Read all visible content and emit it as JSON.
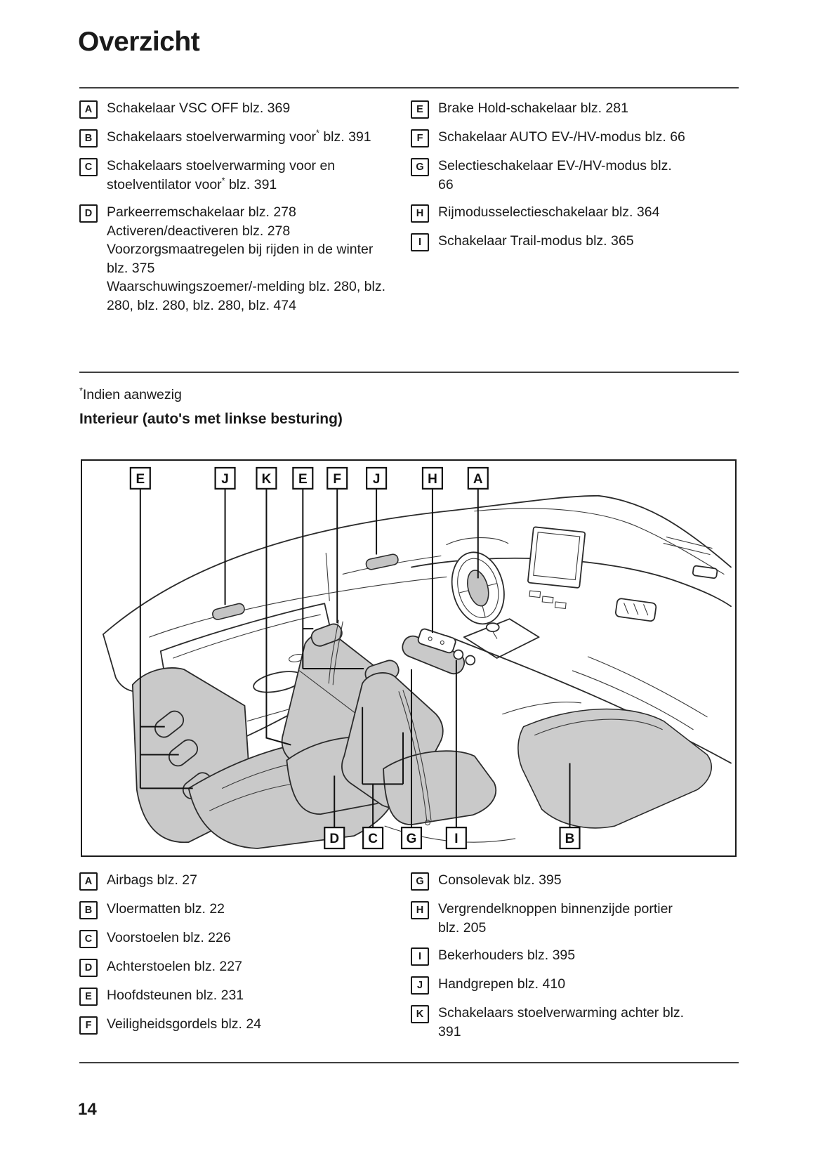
{
  "page": {
    "title": "Overzicht",
    "footnote": "*Indien aanwezig",
    "section_heading": "Interieur (auto's met linkse besturing)",
    "page_number": "14"
  },
  "colors": {
    "text": "#1a1a1a",
    "seat_gray": "#c9c9c9",
    "rule_gray": "#3f3f3f"
  },
  "top_list": {
    "left": [
      {
        "label": "A",
        "lines": [
          "Schakelaar VSC OFF blz. 369"
        ]
      },
      {
        "label": "B",
        "lines": [
          "Schakelaars stoelverwarming voor* blz. 391"
        ]
      },
      {
        "label": "C",
        "lines": [
          "Schakelaars stoelverwarming voor en stoelventilator voor* blz. 391"
        ]
      },
      {
        "label": "D",
        "lines": [
          "Parkeerremschakelaar blz. 278",
          "Activeren/deactiveren blz. 278",
          "Voorzorgsmaatregelen bij rijden in de winter blz. 375",
          "Waarschuwingszoemer/-melding blz. 280, blz. 280, blz. 280, blz. 280, blz. 474"
        ]
      }
    ],
    "right": [
      {
        "label": "E",
        "lines": [
          "Brake Hold-schakelaar blz. 281"
        ]
      },
      {
        "label": "F",
        "lines": [
          "Schakelaar AUTO EV-/HV-modus blz. 66"
        ]
      },
      {
        "label": "G",
        "lines": [
          "Selectieschakelaar EV-/HV-modus blz. 66"
        ]
      },
      {
        "label": "H",
        "lines": [
          "Rijmodusselectieschakelaar blz. 364"
        ]
      },
      {
        "label": "I",
        "lines": [
          "Schakelaar Trail-modus blz. 365"
        ]
      }
    ]
  },
  "diagram": {
    "top_labels": [
      "E",
      "J",
      "K",
      "E",
      "F",
      "J",
      "H",
      "A"
    ],
    "bottom_labels": [
      "D",
      "C",
      "G",
      "I",
      "B"
    ]
  },
  "bottom_list": {
    "left": [
      {
        "label": "A",
        "lines": [
          "Airbags blz. 27"
        ]
      },
      {
        "label": "B",
        "lines": [
          "Vloermatten blz. 22"
        ]
      },
      {
        "label": "C",
        "lines": [
          "Voorstoelen blz. 226"
        ]
      },
      {
        "label": "D",
        "lines": [
          "Achterstoelen blz. 227"
        ]
      },
      {
        "label": "E",
        "lines": [
          "Hoofdsteunen blz. 231"
        ]
      },
      {
        "label": "F",
        "lines": [
          "Veiligheidsgordels blz. 24"
        ]
      }
    ],
    "right": [
      {
        "label": "G",
        "lines": [
          "Consolevak blz. 395"
        ]
      },
      {
        "label": "H",
        "lines": [
          "Vergrendelknoppen binnenzijde portier blz. 205"
        ]
      },
      {
        "label": "I",
        "lines": [
          "Bekerhouders blz. 395"
        ]
      },
      {
        "label": "J",
        "lines": [
          "Handgrepen blz. 410"
        ]
      },
      {
        "label": "K",
        "lines": [
          "Schakelaars stoelverwarming achter blz. 391"
        ]
      }
    ]
  }
}
